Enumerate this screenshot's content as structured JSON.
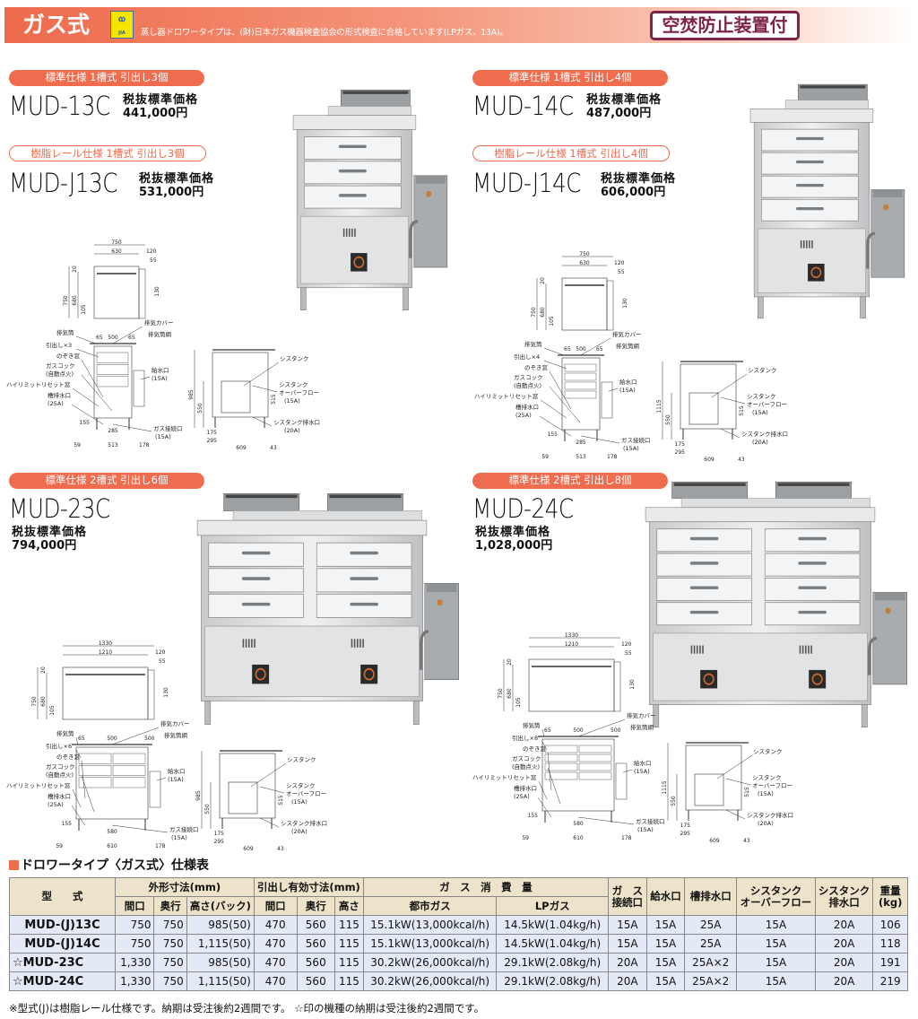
{
  "header": {
    "title": "ガス式",
    "logo_text": "JIA",
    "description": "蒸し器ドロワータイプは、(財)日本ガス機器検査協会の形式検査に合格しています(LPガス、13A)。",
    "badge": "空焚防止装置付",
    "accent": "#ef6c4f",
    "badge_color": "#7e2449"
  },
  "products": [
    {
      "tag": "標準仕様  1槽式  引出し3個",
      "model": "MUD-13C",
      "price_label": "税抜標準価格",
      "price": "441,000円",
      "alt_tag": "樹脂レール仕様  1槽式  引出し3個",
      "alt_model": "MUD-J13C",
      "alt_price_label": "税抜標準価格",
      "alt_price": "531,000円",
      "tanks": 1,
      "drawers_per_tank": 3
    },
    {
      "tag": "標準仕様  1槽式  引出し4個",
      "model": "MUD-14C",
      "price_label": "税抜標準価格",
      "price": "487,000円",
      "alt_tag": "樹脂レール仕様  1槽式  引出し4個",
      "alt_model": "MUD-J14C",
      "alt_price_label": "税抜標準価格",
      "alt_price": "606,000円",
      "tanks": 1,
      "drawers_per_tank": 4
    },
    {
      "tag": "標準仕様  2槽式  引出し6個",
      "model": "MUD-23C",
      "price_label": "税抜標準価格",
      "price": "794,000円",
      "tanks": 2,
      "drawers_per_tank": 3
    },
    {
      "tag": "標準仕様  2槽式  引出し8個",
      "model": "MUD-24C",
      "price_label": "税抜標準価格",
      "price": "1,028,000円",
      "tanks": 2,
      "drawers_per_tank": 4
    }
  ],
  "diagrams": [
    {
      "w": "750",
      "iw": "630",
      "d": "120",
      "b": "55",
      "top": "20",
      "h": "750",
      "ih": "680",
      "lh": "105",
      "th": "130",
      "c1": "65",
      "c2": "500",
      "c3": "65",
      "drawers": "引出し×3",
      "total": "985",
      "inner": "550",
      "st": "515",
      "b1": "155",
      "b2": "285",
      "b3": "59",
      "b4": "513",
      "b5": "178",
      "s1": "175",
      "s2": "295",
      "s3": "609",
      "s4": "43"
    },
    {
      "w": "750",
      "iw": "630",
      "d": "120",
      "b": "55",
      "top": "20",
      "h": "750",
      "ih": "680",
      "lh": "105",
      "th": "130",
      "c1": "65",
      "c2": "500",
      "c3": "65",
      "drawers": "引出し×4",
      "total": "1115",
      "inner": "550",
      "st": "515",
      "b1": "155",
      "b2": "285",
      "b3": "59",
      "b4": "513",
      "b5": "178",
      "s1": "175",
      "s2": "295",
      "s3": "609",
      "s4": "43"
    },
    {
      "w": "1330",
      "iw": "1210",
      "d": "120",
      "b": "55",
      "top": "20",
      "h": "750",
      "ih": "680",
      "lh": "105",
      "th": "130",
      "c1": "65",
      "c2": "500",
      "c3": "500",
      "drawers": "引出し×6",
      "total": "985",
      "inner": "550",
      "st": "515",
      "b1": "155",
      "b2": "580",
      "b3": "59",
      "b4": "610",
      "b5": "178",
      "s1": "175",
      "s2": "295",
      "s3": "609",
      "s4": "43"
    },
    {
      "w": "1330",
      "iw": "1210",
      "d": "120",
      "b": "55",
      "top": "20",
      "h": "750",
      "ih": "680",
      "lh": "105",
      "th": "130",
      "c1": "65",
      "c2": "500",
      "c3": "500",
      "drawers": "引出し×8",
      "total": "1115",
      "inner": "550",
      "st": "515",
      "b1": "155",
      "b2": "580",
      "b3": "59",
      "b4": "610",
      "b5": "178",
      "s1": "175",
      "s2": "295",
      "s3": "609",
      "s4": "43"
    }
  ],
  "callouts": {
    "exhaust_cover": "排気カバー",
    "exhaust_pipe": "排気筒",
    "exhaust_net": "排気筒網",
    "window": "のぞき窓",
    "gas_cock": "ガスコック",
    "auto_ignition": "(自動点火)",
    "reset_window": "ハイリミットリセット窓",
    "drain": "槽排水口",
    "drain_size": "(25A)",
    "water_inlet": "給水口",
    "water_size": "(15A)",
    "gas_inlet": "ガス接続口",
    "gas_size": "(15A)",
    "cistank": "シスタンク",
    "overflow1": "シスタンク",
    "overflow2": "オーバーフロー",
    "overflow_size": "(15A)",
    "cis_drain": "シスタンク排水口",
    "cis_drain_size": "(20A)"
  },
  "spec_table": {
    "title": "ドロワータイプ〈ガス式〉仕様表",
    "headers": {
      "model": "型　　式",
      "outer": "外形寸法(mm)",
      "drawer": "引出し有効寸法(mm)",
      "gas": "ガ　ス　消　費　量",
      "gas_conn": [
        "ガ　ス",
        "接続口"
      ],
      "water": "給水口",
      "drain": "槽排水口",
      "overflow": [
        "シスタンク",
        "オーバーフロー"
      ],
      "cis_drain": [
        "シスタンク",
        "排水口"
      ],
      "weight": [
        "重量",
        "(kg)"
      ],
      "sub": [
        "間口",
        "奥行",
        "高さ(バック)",
        "間口",
        "奥行",
        "高さ",
        "都市ガス",
        "LPガス"
      ]
    },
    "rows": [
      [
        "MUD-(J)13C",
        "750",
        "750",
        "985(50)",
        "470",
        "560",
        "115",
        "15.1kW(13,000kcal/h)",
        "14.5kW(1.04kg/h)",
        "15A",
        "15A",
        "25A",
        "15A",
        "20A",
        "106"
      ],
      [
        "MUD-(J)14C",
        "750",
        "750",
        "1,115(50)",
        "470",
        "560",
        "115",
        "15.1kW(13,000kcal/h)",
        "14.5kW(1.04kg/h)",
        "15A",
        "15A",
        "25A",
        "15A",
        "20A",
        "118"
      ],
      [
        "☆MUD-23C",
        "1,330",
        "750",
        "985(50)",
        "470",
        "560",
        "115",
        "30.2kW(26,000kcal/h)",
        "29.1kW(2.08kg/h)",
        "20A",
        "15A",
        "25A×2",
        "15A",
        "20A",
        "191"
      ],
      [
        "☆MUD-24C",
        "1,330",
        "750",
        "1,115(50)",
        "470",
        "560",
        "115",
        "30.2kW(26,000kcal/h)",
        "29.1kW(2.08kg/h)",
        "20A",
        "15A",
        "25A×2",
        "15A",
        "20A",
        "219"
      ]
    ]
  },
  "footnote": "※型式(J)は樹脂レール仕様です。納期は受注後約2週間です。 ☆印の機種の納期は受注後約2週間です。"
}
